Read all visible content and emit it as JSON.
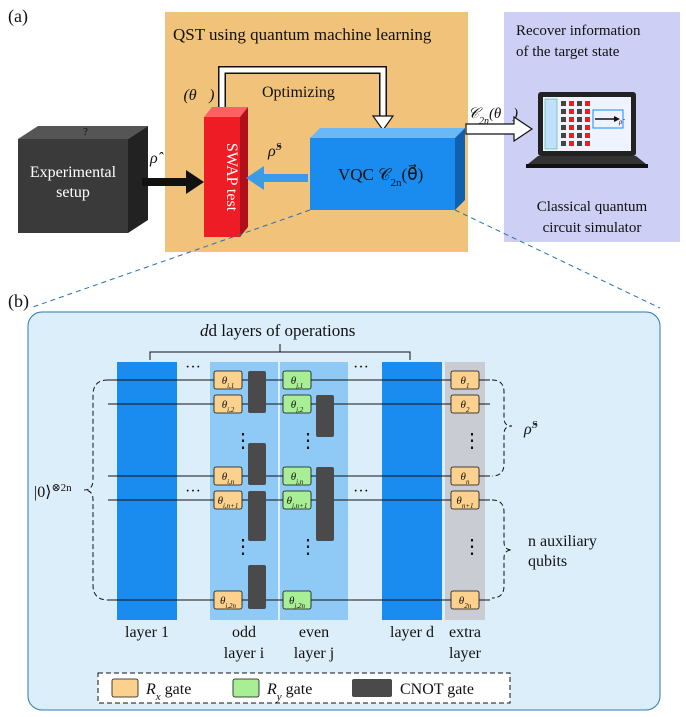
{
  "panel_a": {
    "label": "(a)",
    "qst_title": "QST using quantum machine learning",
    "recover_line1": "Recover information",
    "recover_line2": "of the target state",
    "experimental_line1": "Experimental",
    "experimental_line2": "setup",
    "question_mark": "?",
    "rho_hat": "ρ̂",
    "swap_test": "SWAP test",
    "fidelity_label": "ℱ(θ⃗)",
    "optimizing": "Optimizing",
    "rho_s_label": "ρ̂",
    "rho_s_sup": "S",
    "vqc_label": "VQC 𝒞",
    "vqc_sub": "2n",
    "vqc_arg": "(θ⃗)",
    "c2n_label": "𝒞",
    "c2n_sub": "2n",
    "c2n_arg": "(θ⃗)",
    "simulator_line1": "Classical quantum",
    "simulator_line2": "circuit simulator",
    "screen_rho": "ρ̂"
  },
  "panel_b": {
    "label": "(b)",
    "d_layers": "d layers of operations",
    "ket_zero": "|0⟩",
    "ket_sup": "⊗2n",
    "dots": "···",
    "vdots": "⋮",
    "rho_s_label": "ρ̂",
    "rho_s_sup": "S",
    "aux_line1": "n auxiliary",
    "aux_line2": "qubits",
    "layer1": "layer 1",
    "odd_line1": "odd",
    "odd_line2": "layer i",
    "even_line1": "even",
    "even_line2": "layer j",
    "layer_d": "layer d",
    "extra_line1": "extra",
    "extra_line2": "layer",
    "odd_gates": [
      {
        "sym": "θ",
        "sub": "i,1"
      },
      {
        "sym": "θ",
        "sub": "i,2"
      },
      {
        "sym": "θ",
        "sub": "i,n"
      },
      {
        "sym": "θ",
        "sub": "i,n+1"
      },
      {
        "sym": "θ",
        "sub": "i,2n"
      }
    ],
    "even_gates": [
      {
        "sym": "θ",
        "sub": "j,1"
      },
      {
        "sym": "θ",
        "sub": "j,2"
      },
      {
        "sym": "θ",
        "sub": "j,n"
      },
      {
        "sym": "θ",
        "sub": "j,n+1"
      },
      {
        "sym": "θ",
        "sub": "j,2n"
      }
    ],
    "extra_gates": [
      {
        "sym": "θ",
        "sub": "1"
      },
      {
        "sym": "θ",
        "sub": "2"
      },
      {
        "sym": "θ",
        "sub": "n"
      },
      {
        "sym": "θ",
        "sub": "n+1"
      },
      {
        "sym": "θ",
        "sub": "2n"
      }
    ]
  },
  "legend": {
    "rx_label": "R",
    "rx_sub": "x",
    "rx_suffix": " gate",
    "ry_label": "R",
    "ry_sub": "y",
    "ry_suffix": " gate",
    "cnot_label": "CNOT gate"
  },
  "colors": {
    "orange_bg": "#f0c27a",
    "lavender_bg": "#cdd0f4",
    "panel_b_bg": "#ddeefb",
    "blue_block": "#1a8cf0",
    "light_blue_col": "#8fc9f5",
    "gray_col": "#c9ccd2",
    "rx_gate": "#fcd18d",
    "ry_gate": "#a8ee94",
    "cnot_gate": "#4a4a4a",
    "red_swap": "#ee1c24",
    "dark_box": "#3a3a3a"
  }
}
